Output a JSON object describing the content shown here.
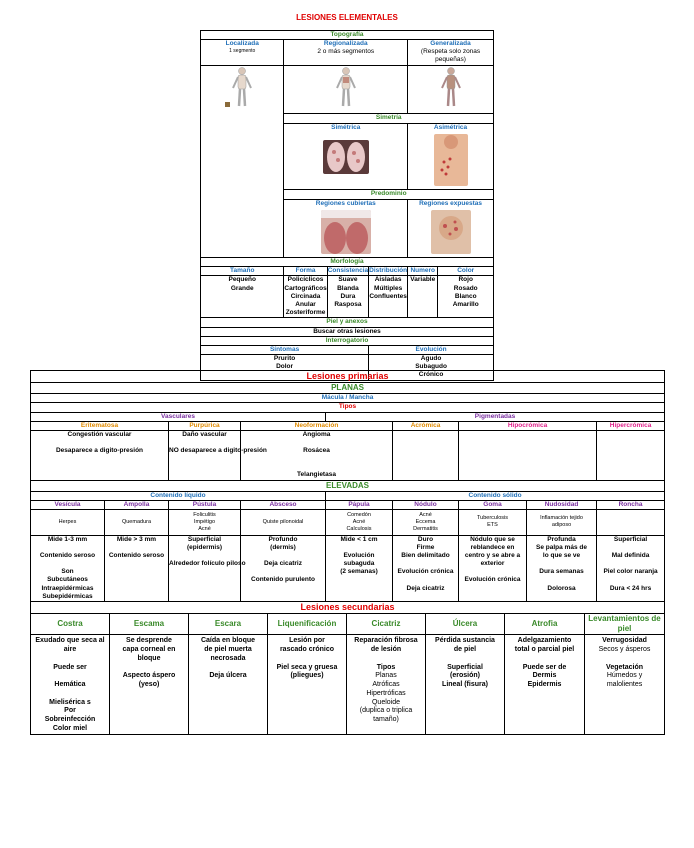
{
  "title": "LESIONES ELEMENTALES",
  "colors": {
    "red": "#e00000",
    "green": "#3a8a2a",
    "blue": "#1f6fb8",
    "purple": "#7a2fa0",
    "orange": "#e08a00",
    "pink": "#e0208a"
  },
  "t1": {
    "topografia": "Topografía",
    "localizada": "Localizada",
    "localizada_sub": "1 segmento",
    "regionalizada": "Regionalizada",
    "regionalizada_sub": "2 o más segmentos",
    "generalizada": "Generalizada",
    "generalizada_sub": "(Respeta solo zonas pequeñas)",
    "simetria": "Simetría",
    "simetrica": "Simétrica",
    "asimetrica": "Asimétrica",
    "predominio": "Predominio",
    "regiones_cubiertas": "Regiones cubiertas",
    "regiones_expuestas": "Regiones expuestas",
    "morfologia": "Morfología",
    "headers": [
      "Tamaño",
      "Forma",
      "Consistencia",
      "Distribución",
      "Numero",
      "Color"
    ],
    "tamano": [
      "Pequeño",
      "Grande"
    ],
    "forma": [
      "Policíclicos",
      "Cartográficos",
      "Circinada",
      "Anular",
      "Zosteriforme"
    ],
    "consistencia": [
      "Suave",
      "Blanda",
      "Dura",
      "Rasposa"
    ],
    "distribucion": [
      "Aisladas",
      "Múltiples",
      "Confluentes"
    ],
    "numero": [
      "Variable"
    ],
    "color": [
      "Rojo",
      "Rosado",
      "Blanco",
      "Amarillo"
    ],
    "piel_anexos": "Piel y anexos",
    "buscar": "Buscar otras lesiones",
    "interrogatorio": "Interrogatorio",
    "sintomas": "Síntomas",
    "evolucion": "Evolución",
    "sintomas_items": [
      "Prurito",
      "Dolor"
    ],
    "evolucion_items": [
      "Agudo",
      "Subagudo",
      "Crónico"
    ]
  },
  "t2": {
    "title": "Lesiones primarias",
    "planas": "PLANAS",
    "macula": "Mácula / Mancha",
    "tipos": "Tipos",
    "vasculares": "Vasculares",
    "pigmentadas": "Pigmentadas",
    "sub": [
      "Eritematosa",
      "Purpúrica",
      "Neoformación",
      "Acrómica",
      "Hipocrómica",
      "Hipercrómica"
    ],
    "eritematosa_items": [
      "Congestión vascular",
      "",
      "Desaparece a digito-presión"
    ],
    "purpurica_items": [
      "Daño vascular",
      "",
      "NO desaparece a digito-presión"
    ],
    "neo_items": [
      "Angioma",
      "",
      "Rosácea",
      "",
      "",
      "Telangietasa"
    ],
    "elevadas": "ELEVADAS",
    "liquido": "Contenido líquido",
    "solido": "Contenido sólido",
    "cols": [
      "Vesícula",
      "Ampolla",
      "Pústula",
      "Absceso",
      "Pápula",
      "Nódulo",
      "Goma",
      "Nudosidad",
      "Roncha"
    ],
    "examples": [
      [
        "Herpes"
      ],
      [
        "Quemadura"
      ],
      [
        "Foliculitis",
        "Impétigo",
        "Acné"
      ],
      [
        "Quiste pilonoidal"
      ],
      [
        "Comedón",
        "Acné",
        "Calculosis"
      ],
      [
        "Acné",
        "Eccema",
        "Dermatitis"
      ],
      [
        "Tuberculosis",
        "ETS"
      ],
      [
        "Inflamación tejido",
        "adiposo"
      ],
      [
        ""
      ]
    ],
    "details": [
      [
        "Mide 1-3 mm",
        "",
        "Contenido seroso",
        "",
        "Son",
        "Subcutáneos",
        "Intraepidérmicas",
        "Subepidérmicas"
      ],
      [
        "Mide > 3 mm",
        "",
        "Contenido seroso"
      ],
      [
        "Superficial",
        "(epidermis)",
        "",
        "Alrededor folículo piloso"
      ],
      [
        "Profundo",
        "(dermis)",
        "",
        "Deja cicatriz",
        "",
        "Contenido purulento"
      ],
      [
        "Mide < 1 cm",
        "",
        "Evolución",
        "subaguda",
        "(2 semanas)"
      ],
      [
        "Duro",
        "Firme",
        "Bien delimitado",
        "",
        "Evolución crónica",
        "",
        "Deja cicatriz"
      ],
      [
        "Nódulo que se",
        "reblandece en",
        "centro y se abre a",
        "exterior",
        "",
        "Evolución crónica"
      ],
      [
        "Profunda",
        "Se palpa más de",
        "lo que se ve",
        "",
        "Dura semanas",
        "",
        "Dolorosa"
      ],
      [
        "Superficial",
        "",
        "Mal definida",
        "",
        "Piel color naranja",
        "",
        "Dura < 24 hrs"
      ]
    ]
  },
  "t3": {
    "title": "Lesiones secundarias",
    "headers": [
      "Costra",
      "Escama",
      "Escara",
      "Liquenificación",
      "Cicatriz",
      "Úlcera",
      "Atrofia",
      "Levantamientos de piel"
    ],
    "cols": [
      [
        "Exudado que seca al",
        "aire",
        "",
        "Puede ser",
        "",
        "Hemática",
        "",
        "Mielisérica s",
        "Por",
        "Sobreinfección",
        "Color miel"
      ],
      [
        "Se desprende",
        "capa corneal en",
        "bloque",
        "",
        "Aspecto áspero",
        "(yeso)"
      ],
      [
        "Caída en bloque",
        "de piel muerta",
        "necrosada",
        "",
        "Deja úlcera"
      ],
      [
        "Lesión por",
        "rascado crónico",
        "",
        "Piel seca y gruesa",
        "(pliegues)"
      ],
      [
        "Reparación fibrosa",
        "de lesión",
        "",
        "Tipos",
        "Planas",
        "Atróficas",
        "Hipertróficas",
        "Queloide",
        "(duplica o triplica",
        "tamaño)"
      ],
      [
        "Pérdida sustancia",
        "de piel",
        "",
        "Superficial",
        "(erosión)",
        "Lineal (fisura)"
      ],
      [
        "Adelgazamiento",
        "total o parcial piel",
        "",
        "Puede ser de",
        "Dermis",
        "Epidermis"
      ],
      [
        "Verrugosidad",
        "Secos y ásperos",
        "",
        "Vegetación",
        "Húmedos y",
        "malolientes"
      ]
    ]
  }
}
